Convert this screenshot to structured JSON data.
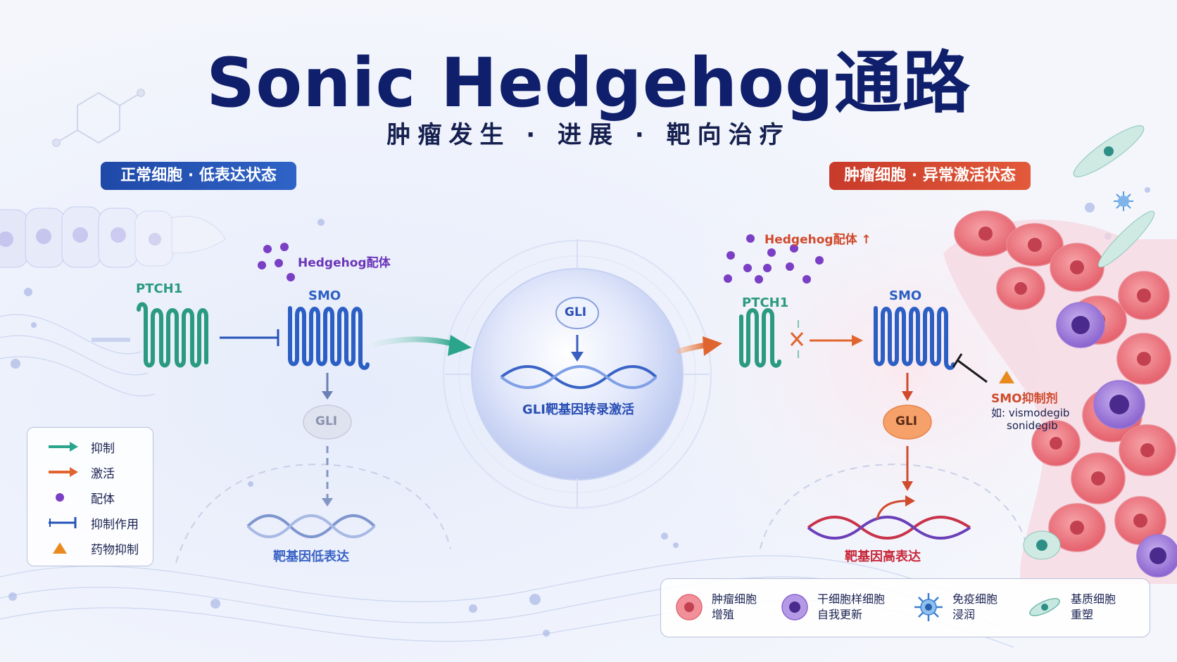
{
  "title": "Sonic Hedgehog通路",
  "subtitle": "肿瘤发生 · 进展 · 靶向治疗",
  "panels": {
    "normal_label": "正常细胞 · 低表达状态",
    "tumor_label": "肿瘤细胞 · 异常激活状态"
  },
  "normal": {
    "ptch1": "PTCH1",
    "smo": "SMO",
    "ligand": "Hedgehog配体",
    "gli": "GLI",
    "target": "靶基因低表达"
  },
  "center": {
    "gli": "GLI",
    "target": "GLI靶基因转录激活"
  },
  "tumor": {
    "ligand": "Hedgehog配体 ↑",
    "ptch1": "PTCH1",
    "smo": "SMO",
    "gli": "GLI",
    "target": "靶基因高表达",
    "drug": "SMO抑制剂",
    "examples_1": "如: vismodegib",
    "examples_2": "sonidegib"
  },
  "legend": {
    "items": [
      {
        "label": "抑制",
        "symbol": "teal-arrow"
      },
      {
        "label": "激活",
        "symbol": "orange-arrow"
      },
      {
        "label": "配体",
        "symbol": "purple-dot"
      },
      {
        "label": "抑制作用",
        "symbol": "blunt-line"
      },
      {
        "label": "药物抑制",
        "symbol": "orange-triangle"
      }
    ]
  },
  "cell_legend": {
    "items": [
      {
        "line1": "肿瘤细胞",
        "line2": "增殖",
        "icon": "tumor-cell-icon"
      },
      {
        "line1": "干细胞样细胞",
        "line2": "自我更新",
        "icon": "stem-cell-icon"
      },
      {
        "line1": "免疫细胞",
        "line2": "浸润",
        "icon": "immune-cell-icon"
      },
      {
        "line1": "基质细胞",
        "line2": "重塑",
        "icon": "stromal-cell-icon"
      }
    ]
  },
  "colors": {
    "title": "#0f1f6b",
    "ptch1": "#2a9a80",
    "smo": "#2c5fc4",
    "normal_pill": "#2552b3",
    "tumor_pill": "#d4452f",
    "ligand": "#7a3fc4",
    "activate": "#e0642e"
  }
}
